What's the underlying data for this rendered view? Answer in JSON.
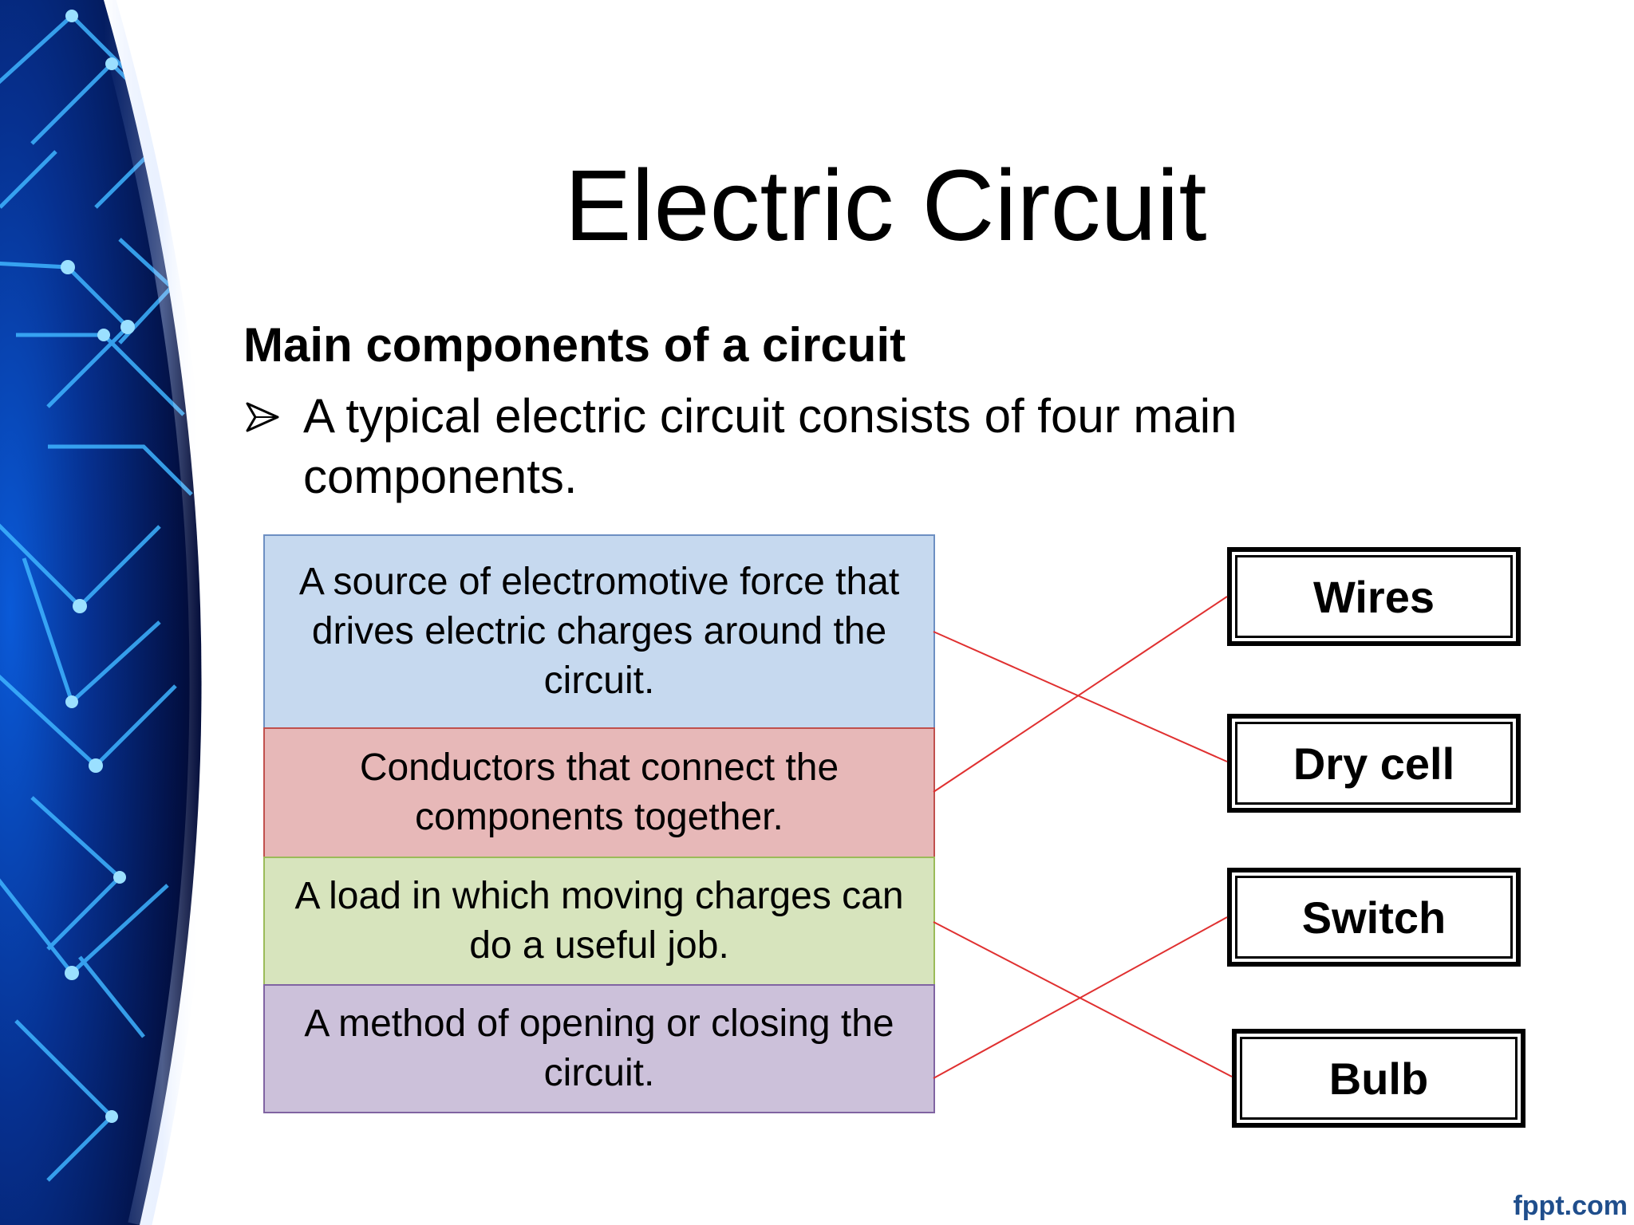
{
  "slide": {
    "title": "Electric Circuit",
    "subtitle": "Main components of a circuit",
    "bullet": "A typical electric circuit consists of four main components.",
    "bullet_icon": "arrowhead-bullet-icon"
  },
  "definitions": [
    {
      "text": "A source of electromotive force that drives electric charges around the circuit.",
      "color": "#c6d9ef"
    },
    {
      "text": "Conductors that connect the components together.",
      "color": "#e7b8b8"
    },
    {
      "text": "A load in which moving charges can do a useful job.",
      "color": "#d7e4bd"
    },
    {
      "text": "A method of opening or closing the circuit.",
      "color": "#ccc1da"
    }
  ],
  "terms": [
    "Wires",
    "Dry cell",
    "Switch",
    "Bulb"
  ],
  "matches": [
    {
      "definition": 0,
      "term": 1
    },
    {
      "definition": 1,
      "term": 0
    },
    {
      "definition": 2,
      "term": 3
    },
    {
      "definition": 3,
      "term": 2
    }
  ],
  "line_color": "#e03030",
  "logo": "fppt.com"
}
